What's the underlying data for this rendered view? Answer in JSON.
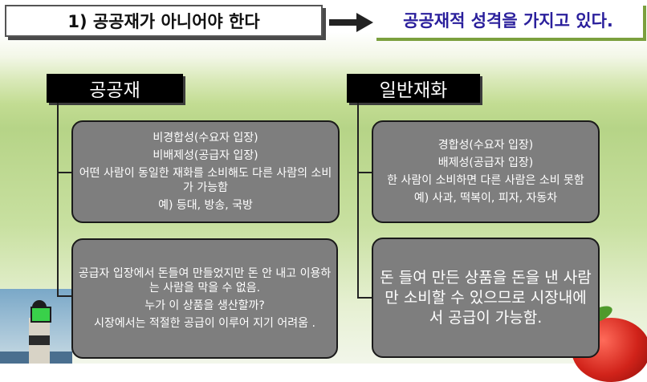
{
  "top": {
    "title": "1) 공공재가 아니어야 한다",
    "result": "공공재적 성격을 가지고 있다."
  },
  "left": {
    "header": "공공재",
    "box1": {
      "lines": [
        "비경합성(수요자 입장)",
        "비배제성(공급자 입장)",
        "어떤 사람이 동일한 재화를 소비해도 다른 사람의 소비가 가능함",
        "예) 등대, 방송, 국방"
      ]
    },
    "box2": {
      "lines": [
        "공급자 입장에서 돈들여 만들었지만 돈 안 내고 이용하는 사람을 막을 수 없음.",
        "누가 이 상품을 생산할까?",
        "시장에서는 적절한 공급이 이루어 지기 어려움 ."
      ]
    }
  },
  "right": {
    "header": "일반재화",
    "box1": {
      "lines": [
        "경합성(수요자 입장)",
        "배제성(공급자 입장)",
        "한 사람이 소비하면 다른 사람은 소비 못함",
        "예) 사과, 떡복이, 피자, 자동차"
      ]
    },
    "box2": {
      "text": "돈 들여 만든 상품을 돈을 낸 사람만 소비할 수 있으므로 시장내에서 공급이 가능함."
    }
  },
  "colors": {
    "result_text": "#2a1f9c",
    "box_fill": "#7e7e7e",
    "header_fill": "#000000"
  }
}
